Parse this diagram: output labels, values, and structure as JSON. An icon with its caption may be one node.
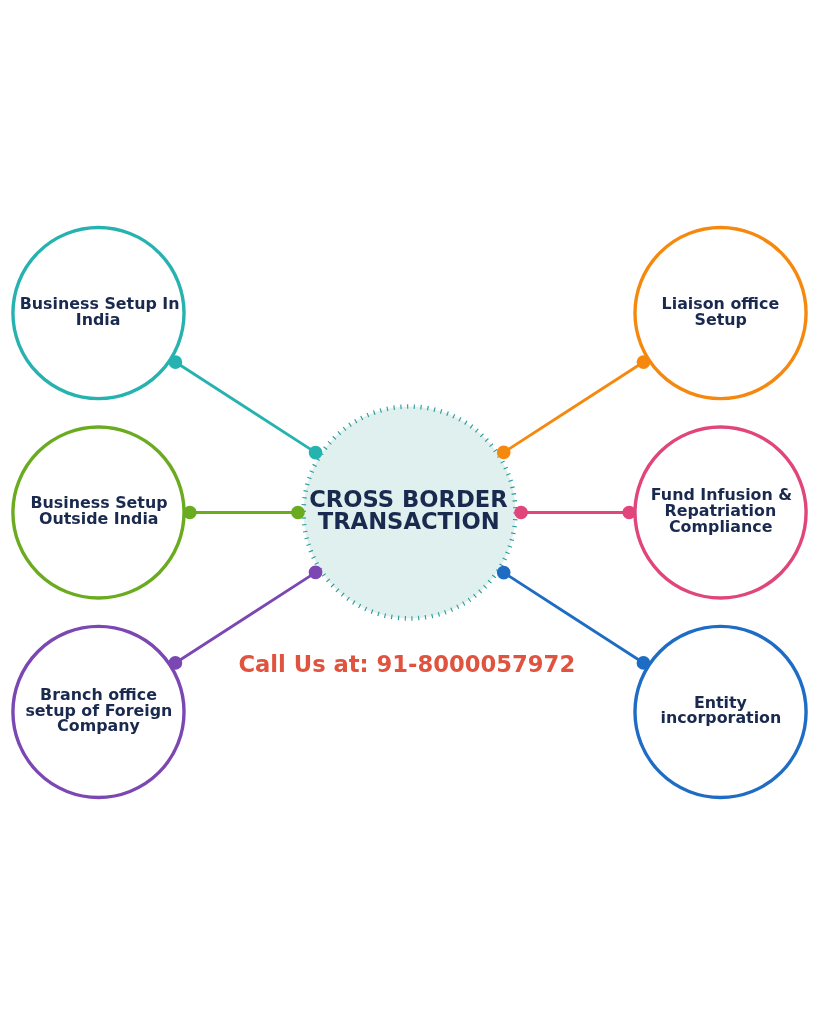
{
  "diagram": {
    "nodes": [
      {
        "text": [
          "Business Setup In India"
        ]
      },
      {
        "text": [
          "Liaison office Setup"
        ]
      },
      {
        "text": [
          "Business Setup Outside India"
        ]
      },
      {
        "text": [
          "CROSS BORDER TRANSACTION"
        ]
      },
      {
        "text": [
          "Fund Infusion & Repatriation Compliance"
        ]
      },
      {
        "text": [
          "Branch office setup of Foreign Company"
        ]
      },
      {
        "text": [
          "Entity incorporation"
        ]
      }
    ],
    "edges": [
      {
        "from": 3,
        "to": 0,
        "arrow": "other",
        "color": "#26b3b0"
      },
      {
        "from": 3,
        "to": 1,
        "arrow": "other",
        "color": "#f5890f"
      },
      {
        "from": 3,
        "to": 2,
        "arrow": "other",
        "color": "#6aab1f"
      },
      {
        "from": 3,
        "to": 4,
        "arrow": "other",
        "color": "#e0457b"
      },
      {
        "from": 3,
        "to": 5,
        "arrow": "other",
        "color": "#7b47b3"
      },
      {
        "from": 3,
        "to": 6,
        "arrow": "other",
        "color": "#1e6cc4"
      }
    ],
    "labels": [
      "Call Us at: 91-8000057972"
    ]
  }
}
